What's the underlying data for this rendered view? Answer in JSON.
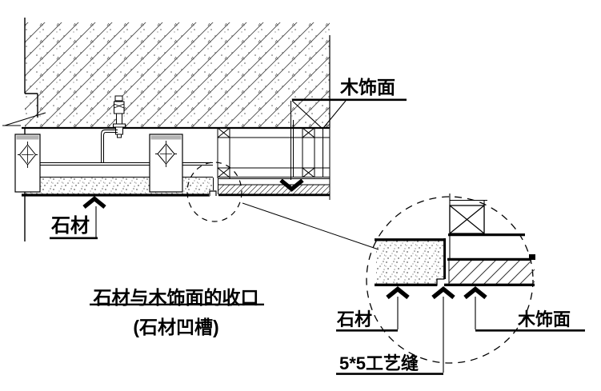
{
  "title": {
    "line1": "石材与木饰面的收口",
    "line2": "(石材凹槽)"
  },
  "labels": {
    "wood_veneer_top": "木饰面",
    "stone_main": "石材",
    "detail_stone": "石材",
    "detail_wood_veneer": "木饰面",
    "detail_craft_seam": "5*5工艺缝"
  },
  "colors": {
    "line": "#000000",
    "background": "#ffffff",
    "bracket_cap": "#b3b3b3",
    "hatch": "#3c3c3c"
  }
}
